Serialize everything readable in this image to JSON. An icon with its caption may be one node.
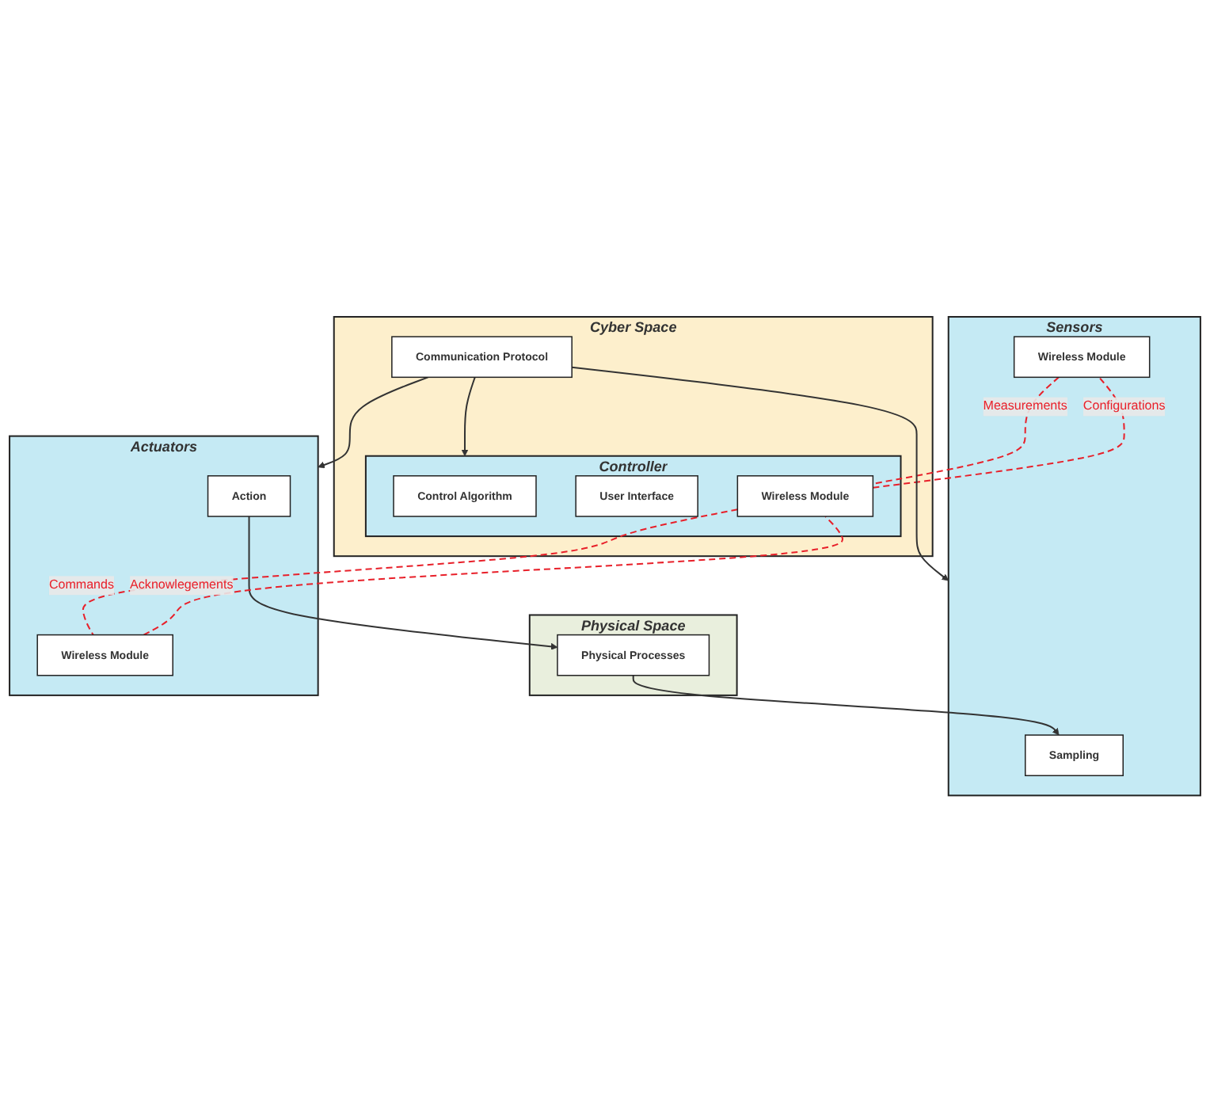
{
  "diagram": {
    "nodes": [
      {
        "text": [
          "Physical Space"
        ]
      },
      {
        "text": [
          "Physical Processes"
        ],
        "in": 0
      },
      {
        "text": [
          "Sensors"
        ]
      },
      {
        "text": [
          "Sampling"
        ],
        "in": 2
      },
      {
        "text": [
          "Wireless Module"
        ],
        "in": 2
      },
      {
        "text": [
          "Actuators"
        ]
      },
      {
        "text": [
          "Action"
        ],
        "in": 5
      },
      {
        "text": [
          "Wireless Module"
        ],
        "in": 5
      },
      {
        "text": [
          "Cyber Space"
        ]
      },
      {
        "text": [
          "Communication Protocol"
        ],
        "in": 8
      },
      {
        "text": [
          "Controller"
        ],
        "in": 8
      },
      {
        "text": [
          "Wireless Module"
        ],
        "in": 10
      },
      {
        "text": [
          "Control Algorithm"
        ],
        "in": 10
      },
      {
        "text": [
          "User Interface"
        ],
        "in": 10
      }
    ],
    "edges": [
      {
        "from": 1,
        "to": 3,
        "arrow": "to"
      },
      {
        "from": 6,
        "to": 1,
        "arrow": "to"
      },
      {
        "from": 9,
        "to": 2,
        "arrow": "to"
      },
      {
        "from": 9,
        "to": 5,
        "arrow": "to"
      },
      {
        "from": 9,
        "to": 10,
        "arrow": "to"
      },
      {
        "from": 4,
        "to": 11,
        "arrow": "none",
        "label": "Measurements",
        "style": "dashed",
        "color": "#e8202a"
      },
      {
        "from": 11,
        "to": 4,
        "arrow": "none",
        "label": "Configurations",
        "style": "dashed",
        "color": "#e8202a"
      },
      {
        "from": 11,
        "to": 7,
        "arrow": "none",
        "label": "Commands",
        "style": "dashed",
        "color": "#e8202a"
      },
      {
        "from": 7,
        "to": 11,
        "arrow": "none",
        "label": "Acknowlegements",
        "style": "dashed",
        "color": "#e8202a"
      }
    ]
  }
}
